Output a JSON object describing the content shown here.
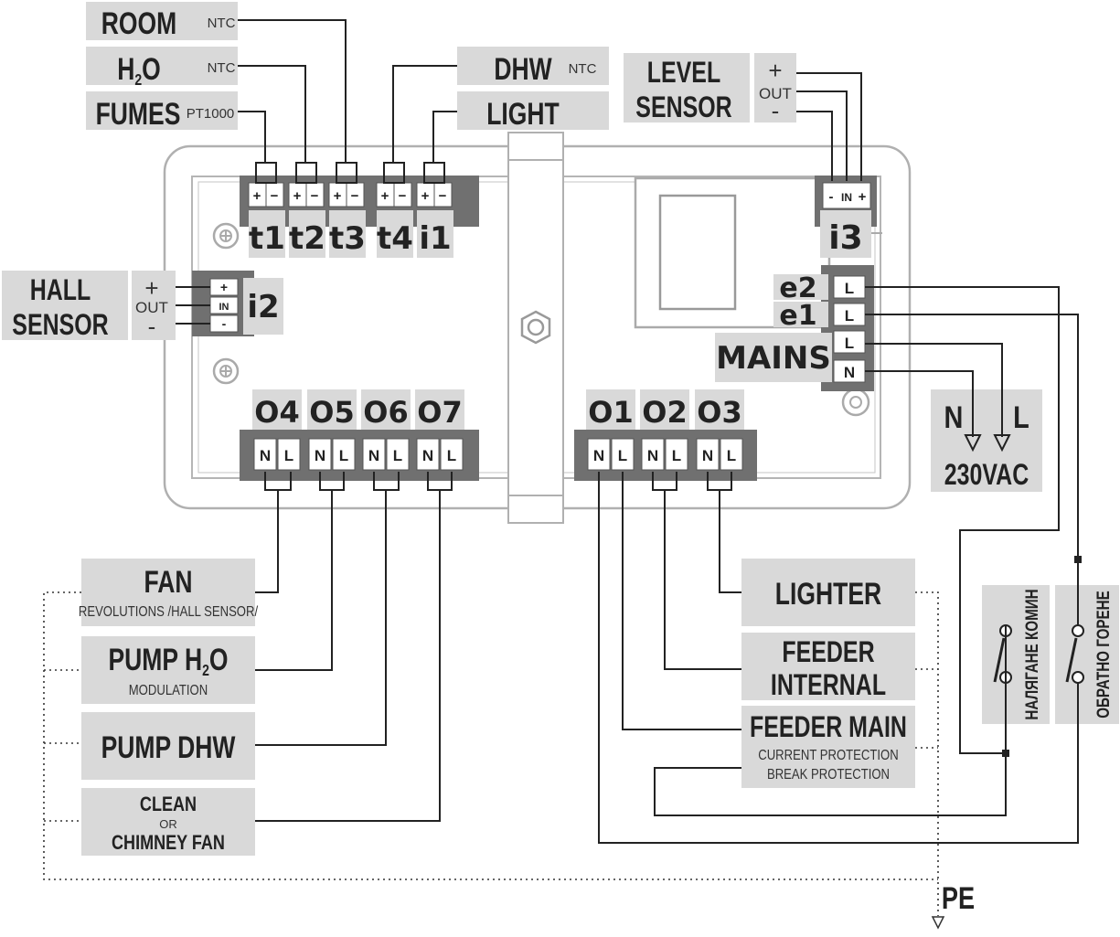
{
  "sensors": {
    "room": {
      "name": "ROOM",
      "type": "NTC"
    },
    "h2o": {
      "name": "H",
      "sub": "2",
      "name2": "O",
      "type": "NTC"
    },
    "fumes": {
      "name": "FUMES",
      "type": "PT1000"
    },
    "dhw": {
      "name": "DHW",
      "type": "NTC"
    },
    "light": {
      "name": "LIGHT"
    },
    "level": {
      "name1": "LEVEL",
      "name2": "SENSOR",
      "plus": "+",
      "out": "OUT",
      "minus": "-"
    },
    "hall": {
      "name1": "HALL",
      "name2": "SENSOR",
      "plus": "+",
      "out": "OUT",
      "minus": "-"
    }
  },
  "top_terminals": [
    {
      "label": "t1",
      "plus": "+",
      "minus": "−"
    },
    {
      "label": "t2",
      "plus": "+",
      "minus": "−"
    },
    {
      "label": "t3",
      "plus": "+",
      "minus": "−"
    },
    {
      "label": "t4",
      "plus": "+",
      "minus": "−"
    },
    {
      "label": "i1",
      "plus": "+",
      "minus": "−"
    }
  ],
  "i3": {
    "label": "i3",
    "pins": [
      "-",
      "IN",
      "+"
    ]
  },
  "i2": {
    "label": "i2",
    "pins": [
      "+",
      "IN",
      "-"
    ]
  },
  "right_terminals": {
    "e2": {
      "label": "e2",
      "pin": "L"
    },
    "e1": {
      "label": "e1",
      "pin": "L"
    },
    "mains": {
      "label": "MAINS",
      "pins": [
        "L",
        "N"
      ]
    }
  },
  "supply": {
    "n": "N",
    "l": "L",
    "voltage": "230VAC"
  },
  "outputs_left": [
    {
      "label": "O4",
      "n": "N",
      "l": "L"
    },
    {
      "label": "O5",
      "n": "N",
      "l": "L"
    },
    {
      "label": "O6",
      "n": "N",
      "l": "L"
    },
    {
      "label": "O7",
      "n": "N",
      "l": "L"
    }
  ],
  "outputs_right": [
    {
      "label": "O1",
      "n": "N",
      "l": "L"
    },
    {
      "label": "O2",
      "n": "N",
      "l": "L"
    },
    {
      "label": "O3",
      "n": "N",
      "l": "L"
    }
  ],
  "loads_left": {
    "fan": {
      "name": "FAN",
      "note": "REVOLUTIONS /HALL SENSOR/"
    },
    "pump_h2o": {
      "name": "PUMP H",
      "sub": "2",
      "name2": "O",
      "note": "MODULATION"
    },
    "pump_dhw": {
      "name": "PUMP DHW"
    },
    "clean": {
      "name1": "CLEAN",
      "or": "OR",
      "name2": "CHIMNEY FAN"
    }
  },
  "loads_right": {
    "lighter": {
      "name": "LIGHTER"
    },
    "feeder_internal": {
      "name1": "FEEDER",
      "name2": "INTERNAL"
    },
    "feeder_main": {
      "name": "FEEDER MAIN",
      "note1": "CURRENT PROTECTION",
      "note2": "BREAK PROTECTION"
    }
  },
  "thermostats": {
    "chimney": "НАЛЯГАНЕ КОМИН",
    "backfire": "ОБРАТНО ГОРЕНЕ"
  },
  "pe": "PE",
  "colors": {
    "box": "#d9d9d9",
    "terminal": "#707070",
    "wire": "#222222",
    "outline": "#b0b0b0"
  }
}
